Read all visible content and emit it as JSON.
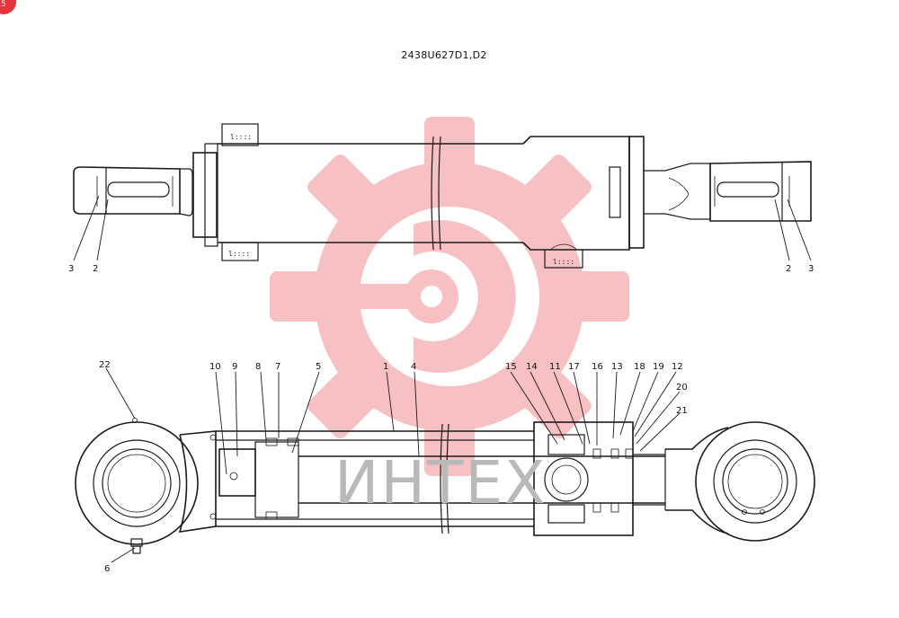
{
  "drawing": {
    "title": "2438U627D1,D2"
  },
  "watermark": {
    "text": "ИНТЕХ",
    "color": "#e8333b"
  },
  "top_view": {
    "labels": [
      "3",
      "2",
      "2",
      "3"
    ]
  },
  "bottom_view": {
    "labels": [
      "22",
      "10",
      "9",
      "8",
      "7",
      "5",
      "1",
      "4",
      "15",
      "14",
      "11",
      "17",
      "16",
      "13",
      "18",
      "19",
      "12",
      "20",
      "21",
      "6"
    ]
  }
}
